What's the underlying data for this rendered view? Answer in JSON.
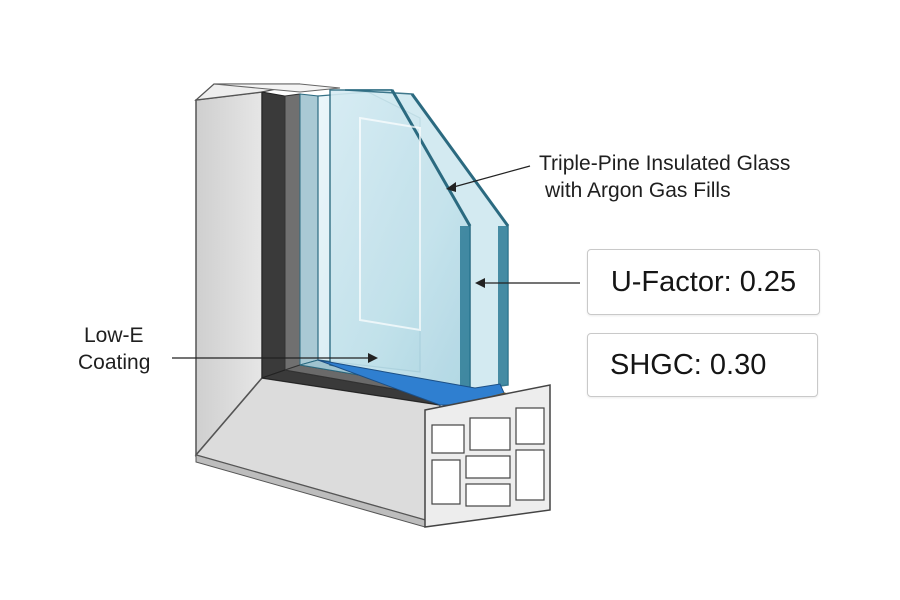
{
  "callouts": {
    "glass": {
      "line1": "Triple-Pine Insulated Glass",
      "line2": "with Argon Gas Fills"
    },
    "low_e": {
      "line1": "Low-E",
      "line2": "Coating"
    }
  },
  "specs": {
    "u_factor": "U-Factor: 0.25",
    "shgc": "SHGC: 0.30"
  },
  "colors": {
    "frame": "#d9d9d9",
    "glass": "#bfe0ea",
    "glass_edge": "#2b6a80",
    "spacer_blue": "#2f7fd0",
    "seal_gold": "#c79a3c",
    "text": "#1f1f1f"
  }
}
